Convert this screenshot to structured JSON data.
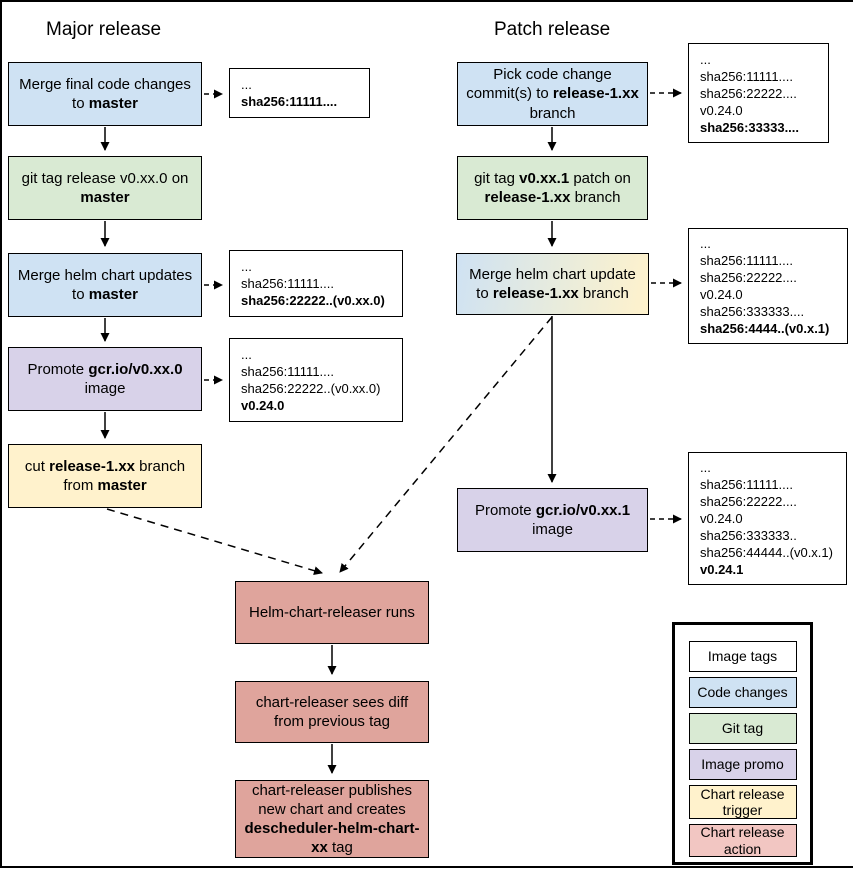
{
  "titles": {
    "major": "Major release",
    "patch": "Patch release"
  },
  "colors": {
    "code_changes": "#cfe2f3",
    "git_tag": "#d9ead3",
    "image_promo": "#d8d2e9",
    "chart_release_trigger": "#fff2cc",
    "chart_release_action": "#dfa49c",
    "legend_action": "#f2c6c2",
    "image_tags": "#ffffff",
    "gradient_code_to_trigger": [
      "#cfe2f3",
      "#fff2cc"
    ],
    "line": "#000000"
  },
  "nodes": {
    "major1": {
      "segments": [
        {
          "t": "Merge final code changes to "
        },
        {
          "t": "master",
          "b": true
        }
      ]
    },
    "major2": {
      "segments": [
        {
          "t": "git tag release v0.xx.0 on "
        },
        {
          "t": "master",
          "b": true
        }
      ]
    },
    "major3": {
      "segments": [
        {
          "t": "Merge helm chart updates to "
        },
        {
          "t": "master",
          "b": true
        }
      ]
    },
    "major4": {
      "segments": [
        {
          "t": "Promote "
        },
        {
          "t": "gcr.io/v0.xx.0",
          "b": true
        },
        {
          "t": " image"
        }
      ]
    },
    "major5": {
      "segments": [
        {
          "t": "cut "
        },
        {
          "t": "release-1.xx",
          "b": true
        },
        {
          "t": " branch from "
        },
        {
          "t": "master",
          "b": true
        }
      ]
    },
    "patch1": {
      "segments": [
        {
          "t": "Pick code change commit(s) to "
        },
        {
          "t": "release-1.xx",
          "b": true
        },
        {
          "t": " branch"
        }
      ]
    },
    "patch2": {
      "segments": [
        {
          "t": "git tag "
        },
        {
          "t": "v0.xx.1",
          "b": true
        },
        {
          "t": " patch on "
        },
        {
          "t": "release-1.xx",
          "b": true
        },
        {
          "t": " branch"
        }
      ]
    },
    "patch3": {
      "segments": [
        {
          "t": "Merge helm chart update to "
        },
        {
          "t": "release-1.xx",
          "b": true
        },
        {
          "t": " branch"
        }
      ]
    },
    "patch4": {
      "segments": [
        {
          "t": "Promote "
        },
        {
          "t": "gcr.io/v0.xx.1",
          "b": true
        },
        {
          "t": " image"
        }
      ]
    },
    "chart1": {
      "segments": [
        {
          "t": "Helm-chart-releaser runs"
        }
      ]
    },
    "chart2": {
      "segments": [
        {
          "t": "chart-releaser sees diff from previous tag"
        }
      ]
    },
    "chart3": {
      "segments": [
        {
          "t": "chart-releaser publishes new chart and creates "
        },
        {
          "t": "descheduler-helm-chart-xx",
          "b": true
        },
        {
          "t": " tag"
        }
      ]
    }
  },
  "annotations": {
    "major1": {
      "lines": [
        {
          "t": "..."
        },
        {
          "t": "sha256:11111....",
          "b": true
        }
      ]
    },
    "major3": {
      "lines": [
        {
          "t": "..."
        },
        {
          "t": "sha256:11111...."
        },
        {
          "t": "sha256:22222..(v0.xx.0)",
          "b": true
        }
      ]
    },
    "major4": {
      "lines": [
        {
          "t": "..."
        },
        {
          "t": "sha256:11111...."
        },
        {
          "t": "sha256:22222..(v0.xx.0)"
        },
        {
          "t": "v0.24.0",
          "b": true
        }
      ]
    },
    "patch1": {
      "lines": [
        {
          "t": "..."
        },
        {
          "t": "sha256:11111...."
        },
        {
          "t": "sha256:22222...."
        },
        {
          "t": "v0.24.0"
        },
        {
          "t": "sha256:33333....",
          "b": true
        }
      ]
    },
    "patch3": {
      "lines": [
        {
          "t": "..."
        },
        {
          "t": "sha256:11111...."
        },
        {
          "t": "sha256:22222...."
        },
        {
          "t": "v0.24.0"
        },
        {
          "t": "sha256:333333...."
        },
        {
          "t": "sha256:4444..(v0.x.1)",
          "b": true
        }
      ]
    },
    "patch4": {
      "lines": [
        {
          "t": "..."
        },
        {
          "t": "sha256:11111...."
        },
        {
          "t": "sha256:22222...."
        },
        {
          "t": "v0.24.0"
        },
        {
          "t": "sha256:333333.."
        },
        {
          "t": "sha256:44444..(v0.x.1)"
        },
        {
          "t": "v0.24.1",
          "b": true
        }
      ]
    }
  },
  "legend": {
    "items": [
      {
        "label": "Image tags",
        "color": "#ffffff"
      },
      {
        "label": "Code changes",
        "color": "#cfe2f3"
      },
      {
        "label": "Git tag",
        "color": "#d9ead3"
      },
      {
        "label": "Image promo",
        "color": "#d8d2e9"
      },
      {
        "label": "Chart release trigger",
        "color": "#fff2cc"
      },
      {
        "label": "Chart release action",
        "color": "#f2c6c2"
      }
    ]
  }
}
